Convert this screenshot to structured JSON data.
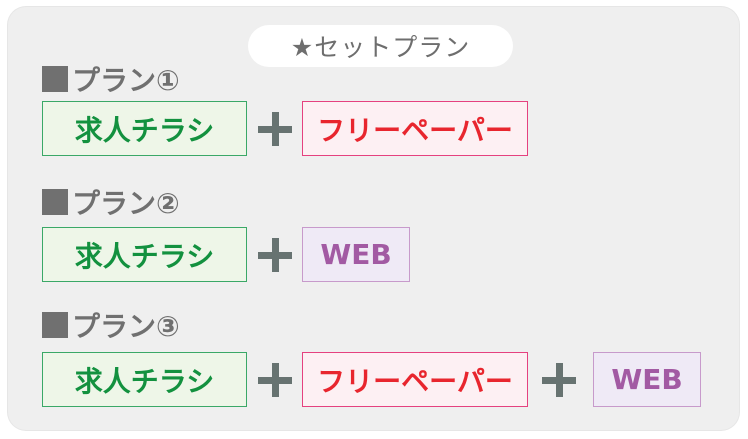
{
  "title": "★セットプラン",
  "plans": [
    {
      "heading": "プラン①",
      "items": [
        "求人チラシ",
        "フリーペーパー"
      ]
    },
    {
      "heading": "プラン②",
      "items": [
        "求人チラシ",
        "WEB"
      ]
    },
    {
      "heading": "プラン③",
      "items": [
        "求人チラシ",
        "フリーペーパー",
        "WEB"
      ]
    }
  ],
  "colors": {
    "panel_bg": "#efefef",
    "chirashi": "#13913f",
    "freepaper": "#e8262e",
    "web": "#a25aa3",
    "plus": "#677371",
    "heading": "#707070"
  }
}
